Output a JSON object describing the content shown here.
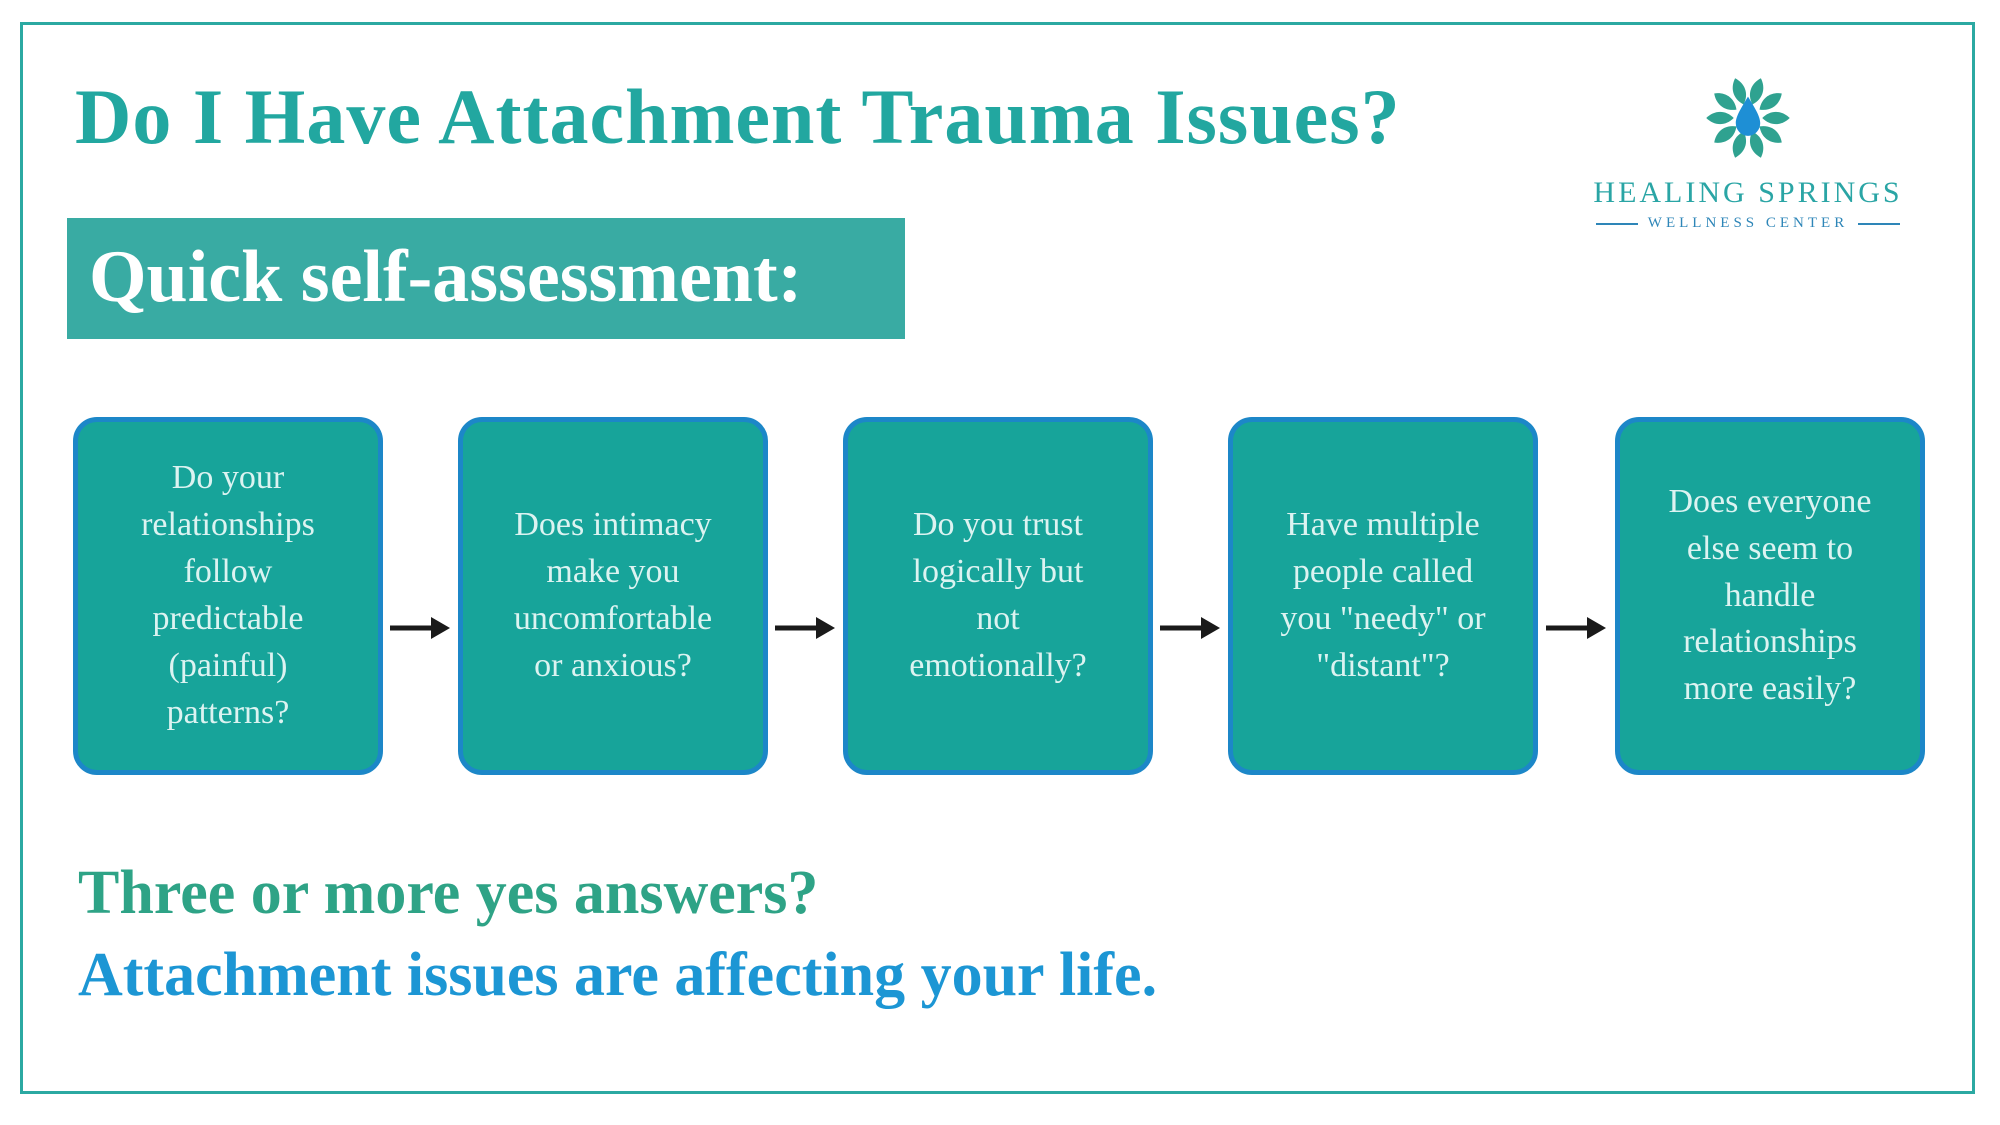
{
  "header": {
    "title": "Do I Have Attachment Trauma Issues?",
    "banner_label": "Quick self-assessment:"
  },
  "logo": {
    "flower_icon": "petal-flower-with-water-drop",
    "name": "HEALING SPRINGS",
    "subtitle": "WELLNESS CENTER"
  },
  "flow": {
    "arrow_icon": "right-arrow",
    "boxes": [
      {
        "label": "Do your\nrelationships\nfollow\npredictable\n(painful)\npatterns?"
      },
      {
        "label": "Does intimacy\nmake you\nuncomfortable\nor anxious?"
      },
      {
        "label": "Do you trust\nlogically but\nnot\nemotionally?"
      },
      {
        "label": "Have multiple\npeople called\nyou \"needy\" or\n\"distant\"?"
      },
      {
        "label": "Does everyone\nelse seem to\nhandle\nrelationships\nmore easily?"
      }
    ]
  },
  "conclusion": {
    "question": "Three or more yes answers?",
    "statement": "Attachment issues are affecting your life."
  },
  "colors": {
    "frame_border": "#2BA9A2",
    "title_text": "#22A7A0",
    "banner_bg": "#39ABA3",
    "banner_text": "#FFFFFF",
    "box_fill": "#17A49A",
    "box_border": "#1C87C8",
    "box_text": "#DCF3F1",
    "arrow": "#1A1A1A",
    "conclusion_question": "#2EA386",
    "conclusion_statement": "#1C96D4",
    "logo_petal": "#2FA290",
    "logo_drop": "#1E8FD5",
    "logo_name_text": "#2AA5A5",
    "logo_subtitle_text": "#2E86B8"
  }
}
